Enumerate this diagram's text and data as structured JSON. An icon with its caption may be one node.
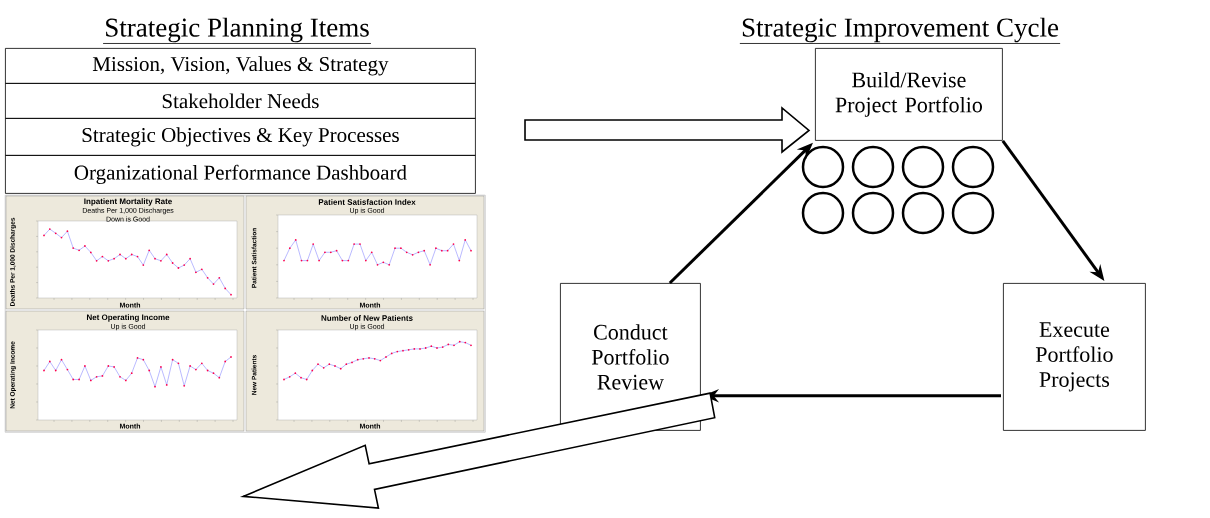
{
  "diagram": {
    "nodes": [
      {
        "text": [
          "Mission, Vision, Values & Strategy"
        ]
      },
      {
        "text": [
          "Stakeholder Needs"
        ]
      },
      {
        "text": [
          "Strategic Objectives & Key Processes"
        ]
      },
      {
        "text": [
          "Organizational Performance Dashboard"
        ]
      },
      {
        "text": [],
        "shape": "picture"
      },
      {
        "text": [
          "Build/Revise Project Portfolio"
        ]
      },
      {
        "text": [
          "Execute Portfolio Projects"
        ]
      },
      {
        "text": [
          "Conduct Portfolio Review"
        ]
      },
      {
        "text": [],
        "shape": "circle"
      },
      {
        "text": [],
        "shape": "circle"
      },
      {
        "text": [],
        "shape": "circle"
      },
      {
        "text": [],
        "shape": "circle"
      },
      {
        "text": [],
        "shape": "circle"
      },
      {
        "text": [],
        "shape": "circle"
      },
      {
        "text": [],
        "shape": "circle"
      },
      {
        "text": [],
        "shape": "circle"
      }
    ],
    "edges": [
      {
        "from": null,
        "to": 5,
        "arrow": "to",
        "style": "thick"
      },
      {
        "from": 5,
        "to": 6,
        "arrow": "to"
      },
      {
        "from": 6,
        "to": 7,
        "arrow": "to"
      },
      {
        "from": 7,
        "to": 5,
        "arrow": "to"
      },
      {
        "from": 7,
        "to": 4,
        "arrow": "to",
        "style": "thick"
      }
    ],
    "labels": [
      "Strategic Planning Items",
      "Strategic Improvement Cycle",
      "Inpatient Mortality Rate",
      "Deaths Per 1,000 Discharges",
      "Down is Good",
      "Deaths Per 1,000 Discharges",
      "Month",
      "Patient Satisfaction Index",
      "Up is Good",
      "Patient Satisfaction",
      "Month",
      "Net Operating Income",
      "Up is Good",
      "Net Operating Income",
      "Month",
      "Number of New Patients",
      "Up is Good",
      "New Patients",
      "Month"
    ]
  }
}
